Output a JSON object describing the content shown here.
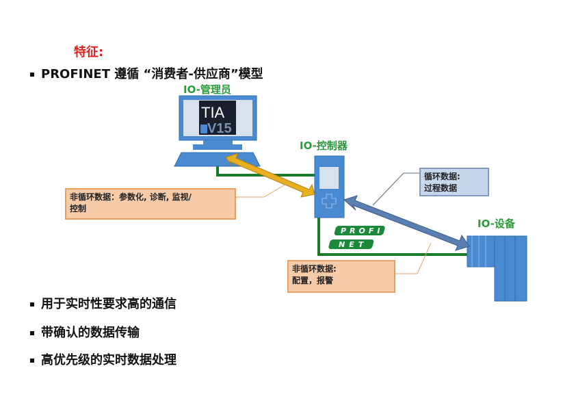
{
  "title": "特征:",
  "bullets": [
    "PROFINET 遵循 “消费者-供应商”模型",
    "用于实时性要求高的通信",
    "带确认的数据传输",
    "高优先级的实时数据处理"
  ],
  "diagram": {
    "io_supervisor": "IO-管理员",
    "io_controller": "IO-控制器",
    "io_device": "IO-设备",
    "tia_logo": "TIA V15",
    "acyclic_box_1": [
      "非循环数据：参数化, 诊断, 监视/",
      "控制"
    ],
    "cyclic_box": [
      "循环数据:",
      "过程数据"
    ],
    "acyclic_box_2": [
      "非循环数据:",
      "配置，报警"
    ],
    "profinet_logo": "PROFINET",
    "colors": {
      "green": "#1a7a2a",
      "orange_arrow": "#e8b020",
      "blue_arrow": "#5a7fb0",
      "device_blue": "#4a8ad0"
    }
  }
}
